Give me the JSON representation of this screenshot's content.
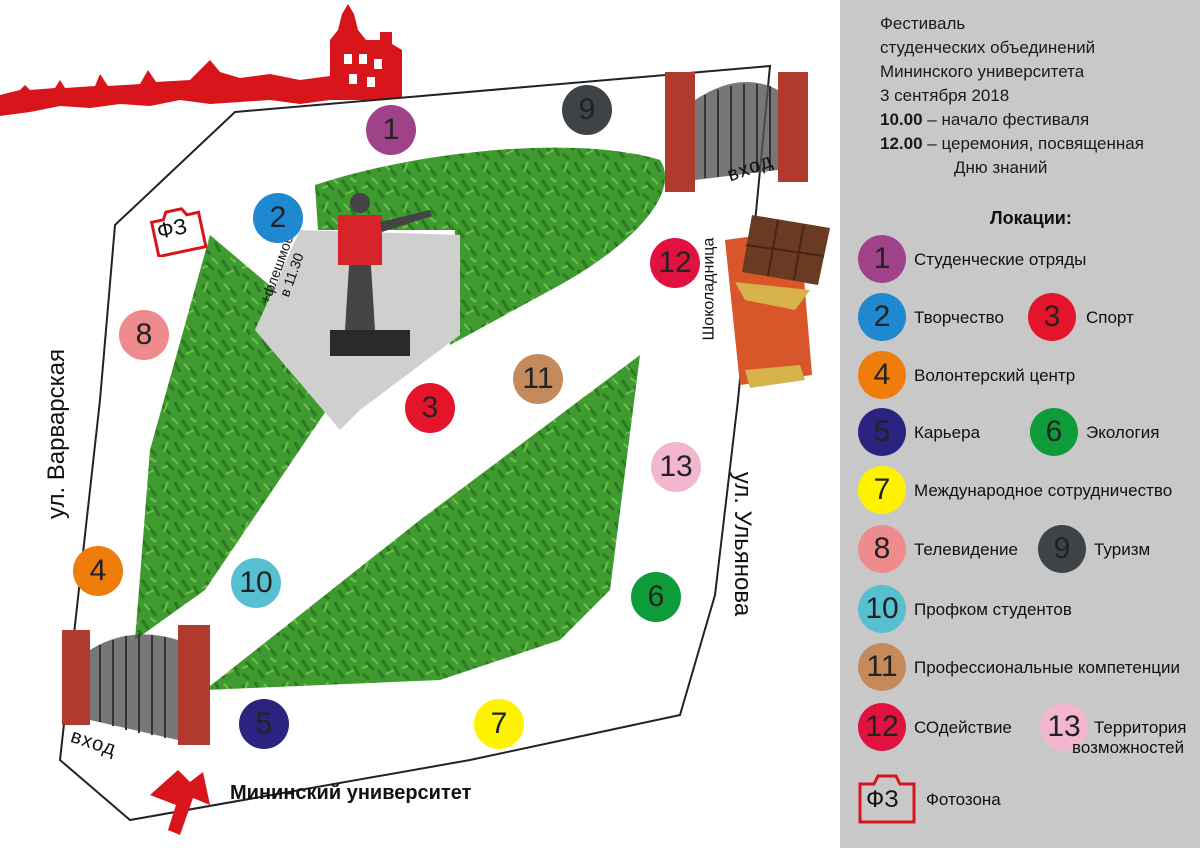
{
  "festival": {
    "line1": "Фестиваль",
    "line2": "студенческих объединений",
    "line3": "Мининского университета",
    "date": "3 сентября 2018",
    "time1": "10.00",
    "event1": " – начало фестиваля",
    "time2": "12.00",
    "event2": " – церемония, посвященная",
    "event2b": "Дню знаний"
  },
  "legend": {
    "title": "Локации:",
    "items": [
      {
        "num": "1",
        "label": "Студенческие отряды",
        "color": "#a0428a"
      },
      {
        "num": "2",
        "label": "Творчество",
        "color": "#1e88d0"
      },
      {
        "num": "3",
        "label": "Спорт",
        "color": "#e4152a"
      },
      {
        "num": "4",
        "label": "Волонтерский центр",
        "color": "#ef7d0c"
      },
      {
        "num": "5",
        "label": "Карьера",
        "color": "#2b2380"
      },
      {
        "num": "6",
        "label": "Экология",
        "color": "#0e9b3a"
      },
      {
        "num": "7",
        "label": "Международное сотрудничество",
        "color": "#fff200"
      },
      {
        "num": "8",
        "label": "Телевидение",
        "color": "#ef8b8c"
      },
      {
        "num": "9",
        "label": "Туризм",
        "color": "#3e4347"
      },
      {
        "num": "10",
        "label": "Профком студентов",
        "color": "#56c0d1"
      },
      {
        "num": "11",
        "label": "Профессиональные компетенции",
        "color": "#c58a5c"
      },
      {
        "num": "12",
        "label": "СОдействие",
        "color": "#e0123f"
      },
      {
        "num": "13",
        "label": "Территория",
        "label2": "возможностей",
        "color": "#f2b6cf"
      }
    ],
    "photo_label": "Фотозона",
    "photo_icon_text": "ФЗ"
  },
  "map": {
    "street_left": "ул. Варварская",
    "street_right": "ул. Ульянова",
    "entrance_top": "вход",
    "entrance_bottom": "вход",
    "flashmob_line1": "+флешмоб",
    "flashmob_line2": "в 11.30",
    "chocolate": "Шоколадница",
    "university": "Мининский университет",
    "photo_icon_text": "ФЗ"
  }
}
